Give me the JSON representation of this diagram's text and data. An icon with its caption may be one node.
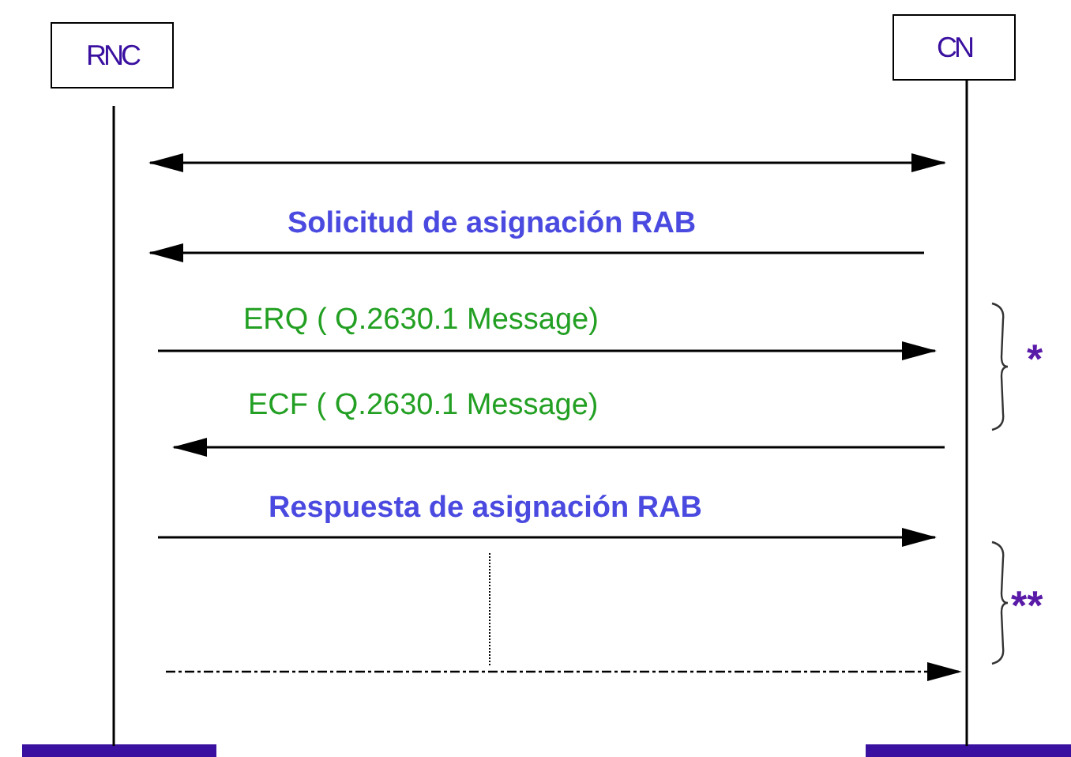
{
  "diagram": {
    "nodes": [
      {
        "text": [
          "RNC"
        ]
      },
      {
        "text": [
          "CN"
        ]
      }
    ],
    "edges": [
      {
        "from": 0,
        "to": 1,
        "arrow": "both"
      },
      {
        "from": 1,
        "to": 0,
        "arrow": "to",
        "label": "Solicitud de asignación RAB"
      },
      {
        "from": 0,
        "to": 1,
        "arrow": "to",
        "label": "ERQ ( Q.2630.1 Message)"
      },
      {
        "from": 1,
        "to": 0,
        "arrow": "to",
        "label": "ECF ( Q.2630.1 Message)"
      },
      {
        "from": 0,
        "to": 1,
        "arrow": "to",
        "label": "Respuesta de asignación RAB"
      },
      {
        "from": 0,
        "to": 1,
        "arrow": "to",
        "style": "dashed"
      }
    ],
    "labels": [
      "*",
      "**"
    ]
  }
}
